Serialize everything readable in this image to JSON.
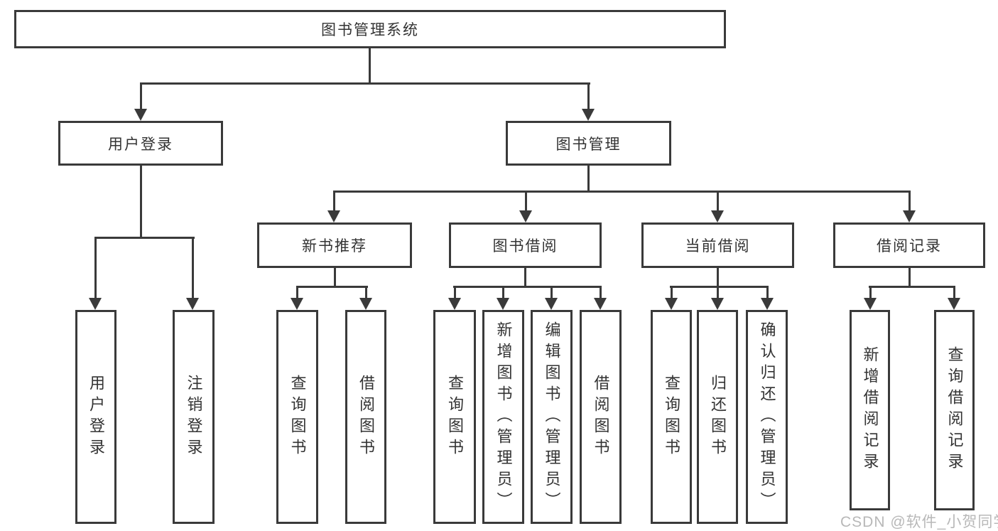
{
  "tree": {
    "root": {
      "label": "图书管理系统"
    },
    "user_login": {
      "label": "用户登录",
      "children": [
        "用户登录",
        "注销登录"
      ]
    },
    "book_mgmt": {
      "label": "图书管理"
    },
    "new_books": {
      "label": "新书推荐",
      "children": [
        "查询图书",
        "借阅图书"
      ]
    },
    "book_borrow": {
      "label": "图书借阅",
      "children": [
        "查询图书",
        "新增图书（管理员）",
        "编辑图书（管理员）",
        "借阅图书"
      ]
    },
    "current_borrow": {
      "label": "当前借阅",
      "children": [
        "查询图书",
        "归还图书",
        "确认归还（管理员）"
      ]
    },
    "borrow_records": {
      "label": "借阅记录",
      "children": [
        "新增借阅记录",
        "查询借阅记录"
      ]
    }
  },
  "colors": {
    "line": "#3a3a3a",
    "text": "#333333",
    "watermark": "#b8b8b8",
    "background": "#ffffff"
  },
  "watermark": "CSDN @软件_小贺同学"
}
